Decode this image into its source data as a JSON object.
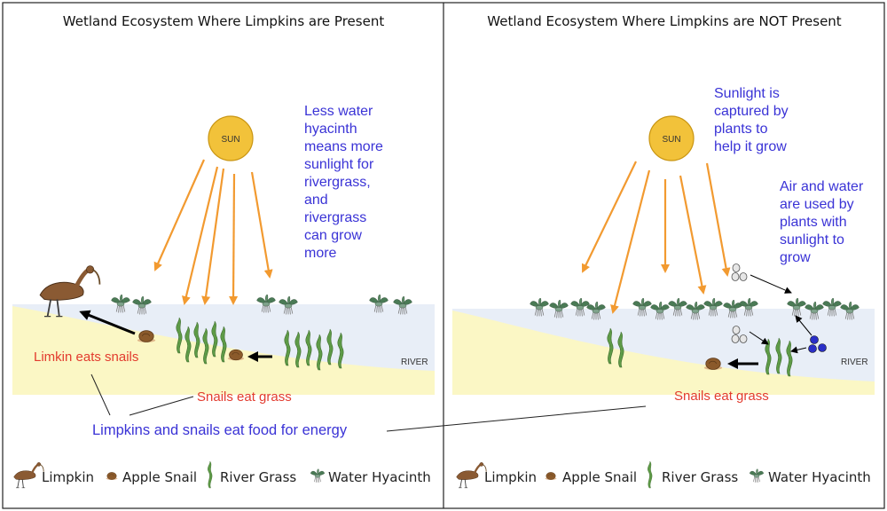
{
  "left_panel": {
    "title": "Wetland Ecosystem Where Limpkins are Present",
    "sun_label": "SUN",
    "note_lines": [
      "Less water",
      "hyacinth",
      "means more",
      "sunlight for",
      "rivergrass,",
      "and",
      "rivergrass",
      "can grow",
      "more"
    ],
    "limpkin_eats": "Limkin eats snails",
    "snails_eat": "Snails eat grass",
    "river_label": "RIVER",
    "energy_note": "Limpkins and snails eat food for energy"
  },
  "right_panel": {
    "title": "Wetland Ecosystem Where Limpkins are NOT Present",
    "sun_label": "SUN",
    "note1_lines": [
      "Sunlight is",
      "captured by",
      "plants to",
      "help it grow"
    ],
    "note2_lines": [
      "Air and water",
      "are used by",
      "plants with",
      "sunlight to",
      "grow"
    ],
    "snails_eat": "Snails eat grass",
    "river_label": "RIVER"
  },
  "legend": {
    "limpkin": "Limpkin",
    "apple_snail": "Apple Snail",
    "river_grass": "River Grass",
    "water_hyacinth": "Water Hyacinth"
  },
  "colors": {
    "sun": "#f2c23a",
    "ray": "#f29a30",
    "water": "#e8eef7",
    "sand": "#fbf7c5",
    "grass": "#5e9b47",
    "hyacinth": "#4a7a55",
    "snail": "#8b5a2b",
    "blue_text": "#3a33d6",
    "red_text": "#e23b2e",
    "water_molecule": "#2a2fc7"
  }
}
